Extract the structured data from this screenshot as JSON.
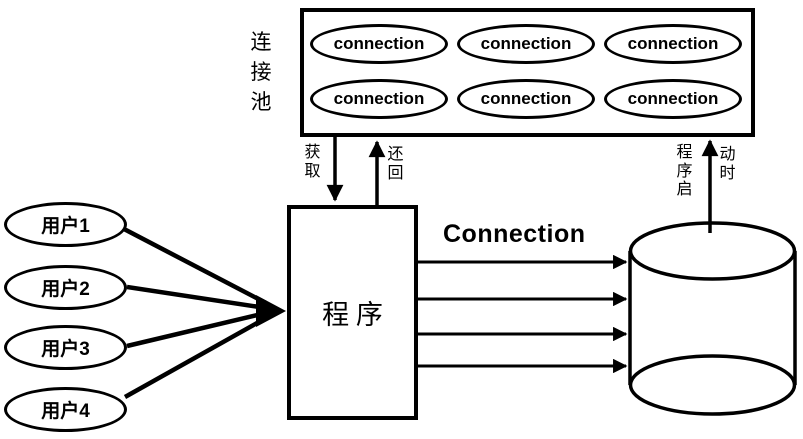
{
  "pool": {
    "label": "连接池",
    "connections": [
      "connection",
      "connection",
      "connection",
      "connection",
      "connection",
      "connection"
    ]
  },
  "users": [
    {
      "label": "用户1"
    },
    {
      "label": "用户2"
    },
    {
      "label": "用户3"
    },
    {
      "label": "用户4"
    }
  ],
  "program": {
    "label": "程 序"
  },
  "labels": {
    "acquire": "获取",
    "return": "还回",
    "startup_left": "程序启",
    "startup_right": "动时",
    "connection": "Connection"
  },
  "colors": {
    "stroke": "#000000",
    "background": "#ffffff"
  }
}
